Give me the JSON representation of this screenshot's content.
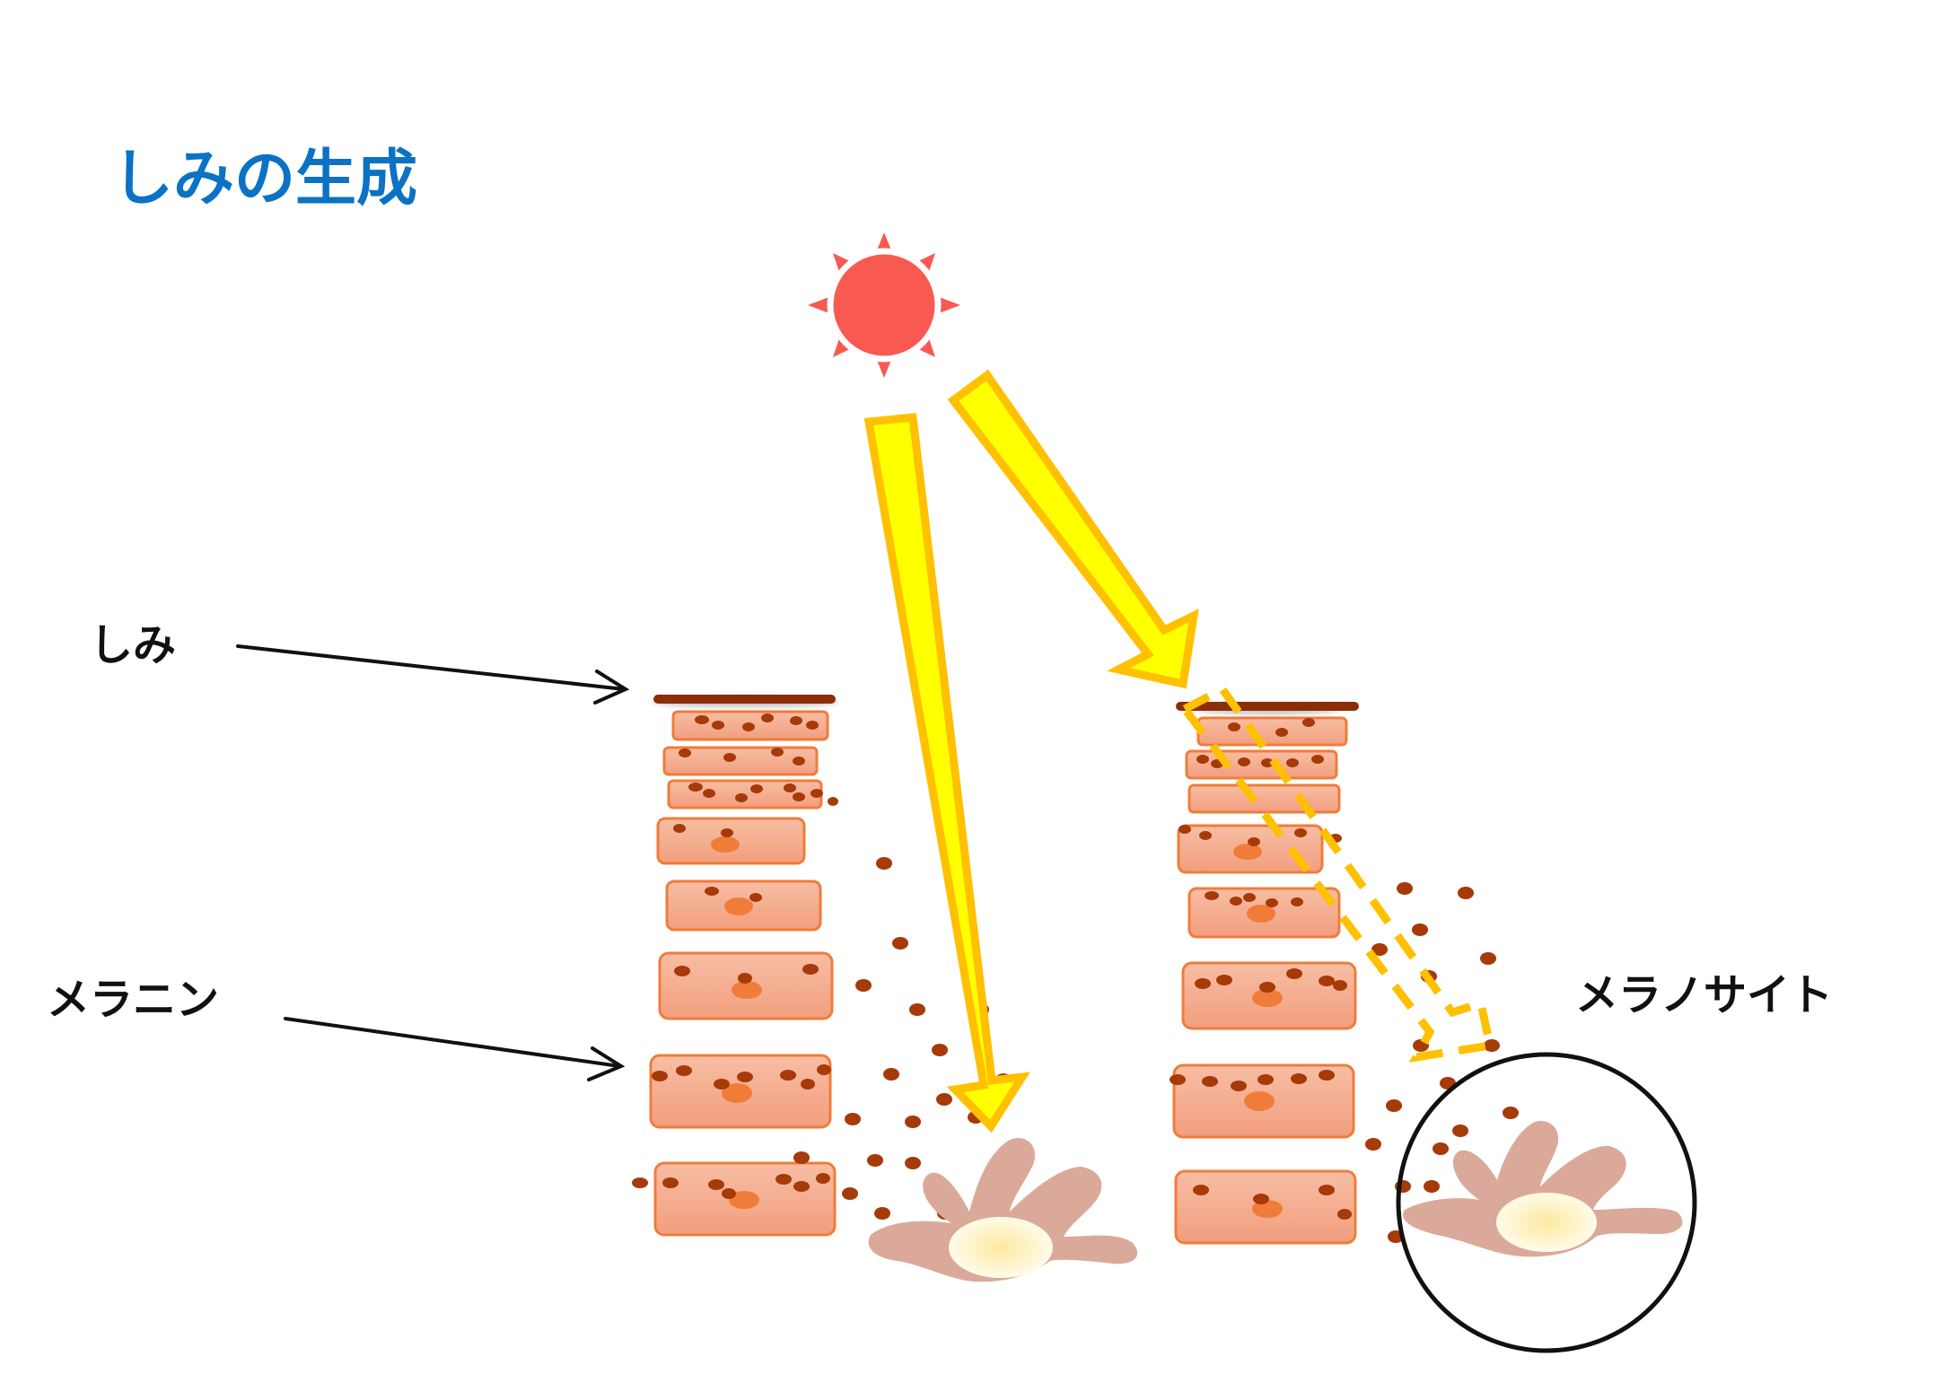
{
  "title": "しみの生成",
  "labels": {
    "shimi": "しみ",
    "melanin": "メラニン",
    "melanocyte": "メラノサイト"
  },
  "colors": {
    "title": "#0b72c4",
    "sun": "#f85a52",
    "light_beam_fill": "#ffff00",
    "light_beam_stroke": "#ffc000",
    "cell_fill": "#f4a98a",
    "cell_stroke": "#f07c3a",
    "melanin_dot": "#a63a08",
    "spot": "#8b2e0a",
    "nucleus": "#f07c3a",
    "melanocyte_body": "#dba99a",
    "melanocyte_core": "#fdf0b0"
  },
  "icons": {
    "sun": "sun-icon",
    "melanocyte": "melanocyte-cell"
  }
}
